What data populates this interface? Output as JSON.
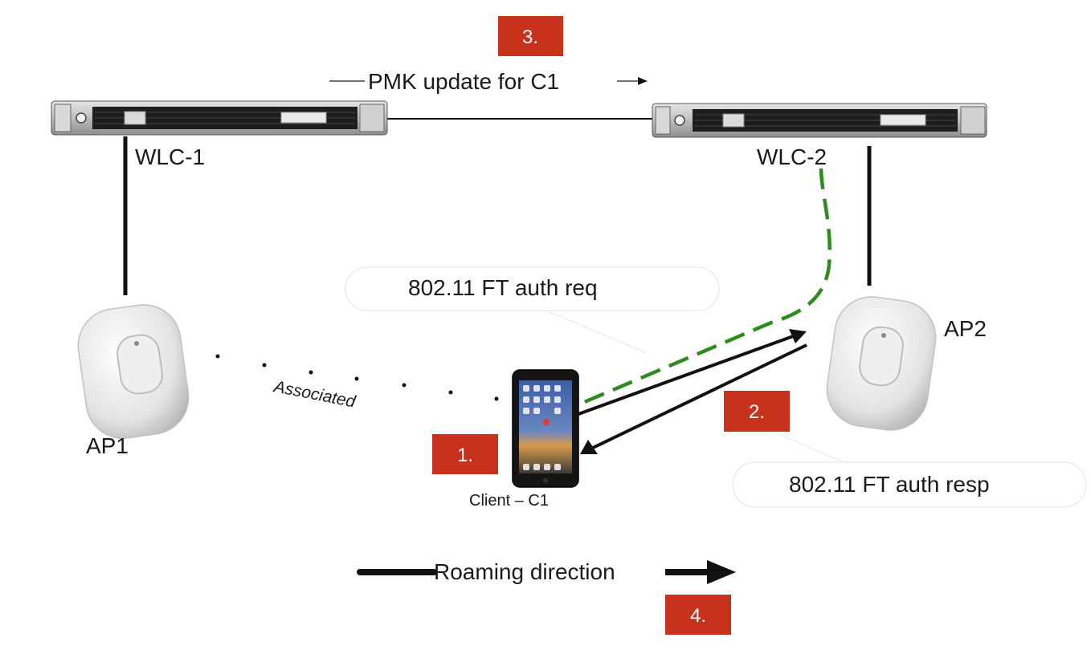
{
  "labels": {
    "wlc1": "WLC-1",
    "wlc2": "WLC-2",
    "pmk": "PMK update for C1",
    "ap1": "AP1",
    "ap2": "AP2",
    "associated": "Associated",
    "ft_req": "802.11 FT auth req",
    "ft_resp": "802.11 FT auth resp",
    "client": "Client – C1",
    "roaming": "Roaming direction"
  },
  "steps": {
    "s1": "1.",
    "s2": "2.",
    "s3": "3.",
    "s4": "4."
  },
  "colors": {
    "step_box": "#c8321c",
    "dashed_path": "#2e8b1e",
    "line": "#111111"
  }
}
